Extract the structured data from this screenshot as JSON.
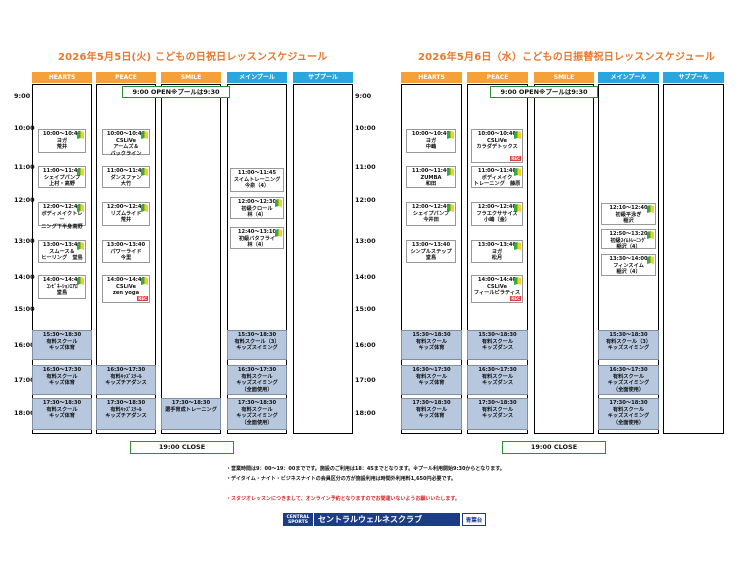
{
  "day1": {
    "title": "2026年5月5日(火) こどもの日祝日レッスンスケジュール",
    "columns": [
      "HEARTS",
      "PEACE",
      "SMILE",
      "メインプール",
      "サブプール"
    ],
    "open_banner": "9:00  OPEN※プールは9:30",
    "close_banner": "19:00  CLOSE"
  },
  "day2": {
    "title": "2026年5月6日（水）こどもの日振替祝日レッスンスケジュール",
    "columns": [
      "HEARTS",
      "PEACE",
      "SMILE",
      "メインプール",
      "サブプール"
    ],
    "open_banner": "9:00  OPEN※プールは9:30",
    "close_banner": "19:00  CLOSE"
  },
  "times": [
    "9:00",
    "10:00",
    "11:00",
    "12:00",
    "13:00",
    "14:00",
    "15:00",
    "16:00",
    "17:00",
    "18:00"
  ],
  "rec_label": "REC",
  "cells1": [
    {
      "lines": [
        "10:00～10:40",
        "ヨガ",
        "荒井"
      ],
      "leaf": true
    },
    {
      "lines": [
        "11:00～11:40",
        "シェイプパンプ",
        "上村・高野"
      ],
      "leaf": true
    },
    {
      "lines": [
        "12:00～12:40",
        "ボディメイクトレー",
        "ニング下半身高野"
      ],
      "leaf": true
    },
    {
      "lines": [
        "13:00～13:40",
        "スムース＆",
        "ヒーリング　堂島"
      ],
      "leaf": true
    },
    {
      "lines": [
        "14:00～14:40",
        "ｺﾝﾋﾞﾈｰｼｮﾝｴｱﾛ",
        "堂島"
      ],
      "leaf": true
    },
    {
      "lines": [
        "15:30～18:30",
        "有料スクール",
        "キッズ体育"
      ],
      "kids": true
    },
    {
      "lines": [
        "16:30～17:30",
        "有料スクール",
        "キッズ体育"
      ],
      "kids": true
    },
    {
      "lines": [
        "17:30～18:30",
        "有料スクール",
        "キッズ体育"
      ],
      "kids": true
    },
    {
      "lines": [
        "10:00～10:40",
        "CSLiVe",
        "アームズ＆",
        "バックライン"
      ],
      "leaf": true
    },
    {
      "lines": [
        "11:00～11:40",
        "ダンスファン",
        "大竹"
      ],
      "leaf": true
    },
    {
      "lines": [
        "12:00～12:40",
        "リズムライド",
        "荒井"
      ],
      "leaf": true
    },
    {
      "lines": [
        "13:00～13:40",
        "パワーライド",
        "今里"
      ],
      "leaf": false
    },
    {
      "lines": [
        "14:00～14:40",
        "CSLiVe",
        "zen yoga"
      ],
      "leaf": true,
      "rec": true
    },
    {
      "lines": [
        "16:30～17:30",
        "有料ｷｯｽﾞｽｸｰﾙ",
        "キッズチアダンス"
      ],
      "kids": true
    },
    {
      "lines": [
        "17:30～18:30",
        "有料ｷｯｽﾞｽｸｰﾙ",
        "キッズチアダンス"
      ],
      "kids": true
    },
    {
      "lines": [
        "17:30～18:30",
        "選手育成トレーニング"
      ],
      "kids": true
    },
    {
      "lines": [
        "11:00～11:45",
        "スイムトレーニング",
        "今泉（4）"
      ],
      "leaf": false
    },
    {
      "lines": [
        "12:00～12:30",
        "初級クロール",
        "林（4）"
      ],
      "leaf": true
    },
    {
      "lines": [
        "12:40～13:10",
        "初級バタフライ",
        "林（4）"
      ],
      "leaf": true
    },
    {
      "lines": [
        "15:30～18:30",
        "有料スクール（3）",
        "キッズスイミング"
      ],
      "kids": true
    },
    {
      "lines": [
        "16:30～17:30",
        "有料スクール",
        "キッズスイミング",
        "（全面使用）"
      ],
      "kids": true
    },
    {
      "lines": [
        "17:30～18:30",
        "有料スクール",
        "キッズスイミング",
        "（全面使用）"
      ],
      "kids": true
    }
  ],
  "cells2": [
    {
      "lines": [
        "10:00～10:40",
        "ヨガ",
        "中嶋"
      ],
      "leaf": true
    },
    {
      "lines": [
        "11:00～11:40",
        "ZUMBA",
        "和田"
      ],
      "leaf": true
    },
    {
      "lines": [
        "12:00～12:40",
        "シェイプパンプ",
        "今井田"
      ],
      "leaf": true
    },
    {
      "lines": [
        "13:00～13:40",
        "シンプルステップ",
        "堂島"
      ],
      "leaf": false
    },
    {
      "lines": [
        "15:30～18:30",
        "有料スクール",
        "キッズ体育"
      ],
      "kids": true
    },
    {
      "lines": [
        "16:30～17:30",
        "有料スクール",
        "キッズ体育"
      ],
      "kids": true
    },
    {
      "lines": [
        "17:30～18:30",
        "有料スクール",
        "キッズ体育"
      ],
      "kids": true
    },
    {
      "lines": [
        "10:00～10:40",
        "CSLiVe",
        "カラダデトックス"
      ],
      "leaf": true,
      "rec": true
    },
    {
      "lines": [
        "11:00～11:40",
        "ボディメイク",
        "トレーニング　藤原"
      ],
      "leaf": true
    },
    {
      "lines": [
        "12:00～12:40",
        "フラエクササイズ",
        "小嶋（金）"
      ],
      "leaf": true
    },
    {
      "lines": [
        "13:00～13:40",
        "ヨガ",
        "松月"
      ],
      "leaf": true
    },
    {
      "lines": [
        "14:00～14:40",
        "CSLiVe",
        "フィールピラティス"
      ],
      "leaf": true,
      "rec": true
    },
    {
      "lines": [
        "15:30～18:30",
        "有料スクール",
        "キッズダンス"
      ],
      "kids": true
    },
    {
      "lines": [
        "16:30～17:30",
        "有料スクール",
        "キッズダンス"
      ],
      "kids": true
    },
    {
      "lines": [
        "17:30～18:30",
        "有料スクール",
        "キッズダンス"
      ],
      "kids": true
    },
    {
      "lines": [
        "12:10～12:40",
        "初級平泳ぎ",
        "稲沢"
      ],
      "leaf": true
    },
    {
      "lines": [
        "12:50～13:20",
        "初級ｽｲﾑﾄﾚｰﾆﾝｸﾞ",
        "稲沢（4）"
      ],
      "leaf": true
    },
    {
      "lines": [
        "13:30～14:00",
        "フィンスイム",
        "稲沢（4）"
      ],
      "leaf": true
    },
    {
      "lines": [
        "15:30～18:30",
        "有料スクール（3）",
        "キッズスイミング"
      ],
      "kids": true
    },
    {
      "lines": [
        "16:30～17:30",
        "有料スクール",
        "キッズスイミング",
        "（全面使用）"
      ],
      "kids": true
    },
    {
      "lines": [
        "17:30～18:30",
        "有料スクール",
        "キッズスイミング",
        "（全面使用）"
      ],
      "kids": true
    }
  ],
  "notes": [
    "・営業時間は9：00～19：00までです。施設のご利用は18：45までとなります。※プール利用開始9:30からとなります。",
    "・デイタイム・ナイト・ビジネスナイトの会員区分の方が施設利用は時間外利用料1,650円必要です。",
    "・スタジオレッスンにつきまして、オンライン予約となりますのでお間違いないようお願いいたします。"
  ],
  "logo": {
    "badge": "CENTRAL SPORTS",
    "name": "セントラルウェルネスクラブ",
    "branch": "青葉台"
  }
}
